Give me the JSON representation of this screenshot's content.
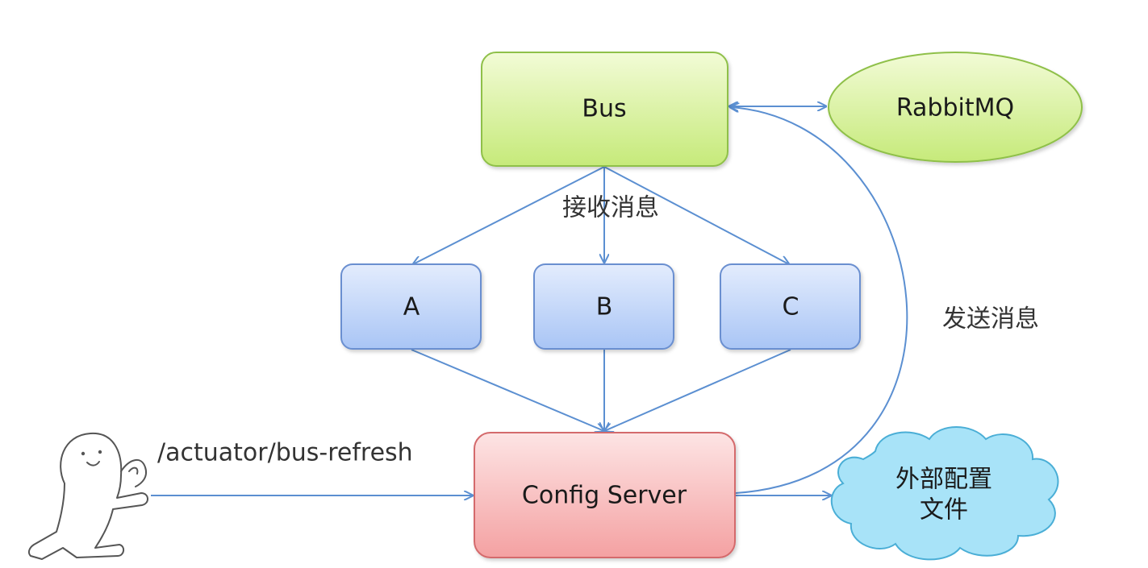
{
  "nodes": {
    "bus": {
      "label": "Bus"
    },
    "rabbitmq": {
      "label": "RabbitMQ"
    },
    "a": {
      "label": "A"
    },
    "b": {
      "label": "B"
    },
    "c": {
      "label": "C"
    },
    "config_server": {
      "label": "Config Server"
    },
    "external_config": {
      "label_line1": "外部配置",
      "label_line2": "文件"
    }
  },
  "edge_labels": {
    "receive": "接收消息",
    "send": "发送消息",
    "trigger": "/actuator/bus-refresh"
  },
  "colors": {
    "green_fill_top": "#f2fbd6",
    "green_fill_bottom": "#c6ea7a",
    "green_stroke": "#8fc04a",
    "blue_fill_top": "#e3ecfd",
    "blue_fill_bottom": "#a9c5f5",
    "blue_stroke": "#6a8fd0",
    "red_fill_top": "#fde4e4",
    "red_fill_bottom": "#f4a1a2",
    "red_stroke": "#d46a6c",
    "cloud_fill": "#a8e3f8",
    "cloud_stroke": "#4aaed6",
    "edge": "#5b8fd1"
  },
  "icons": {
    "user": "cartoon-figure"
  }
}
